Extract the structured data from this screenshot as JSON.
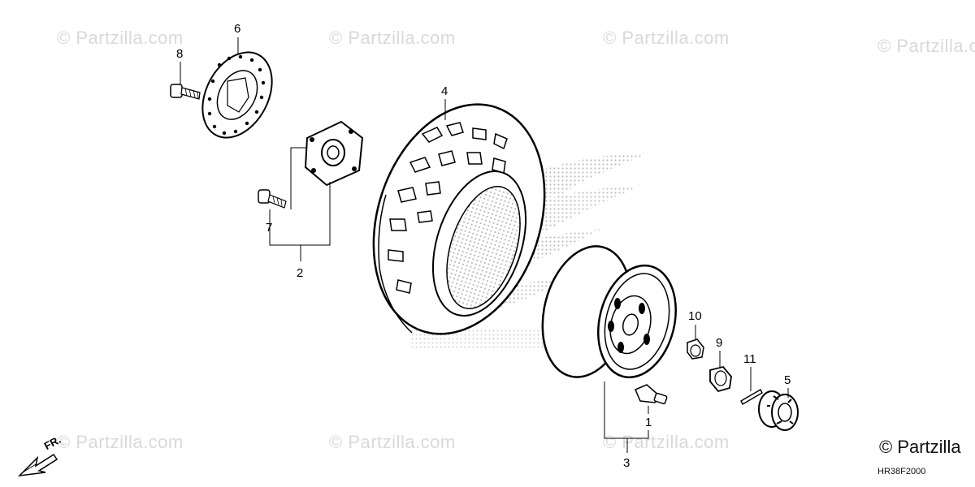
{
  "watermarks": [
    "© Partzilla.com",
    "© Partzilla.com",
    "© Partzilla.com",
    "© Partzilla.com",
    "© Partzilla.com",
    "© Partzilla.com",
    "© Partzilla.com"
  ],
  "callouts": {
    "c1": "1",
    "c2": "2",
    "c3": "3",
    "c4": "4",
    "c5": "5",
    "c6": "6",
    "c7": "7",
    "c8": "8",
    "c9": "9",
    "c10": "10",
    "c11": "11"
  },
  "brand": "© Partzilla",
  "diagram_code": "HR38F2000",
  "direction_label": "FR.",
  "icons": [
    "front-direction-arrow-icon",
    "brand-wing-logo"
  ]
}
